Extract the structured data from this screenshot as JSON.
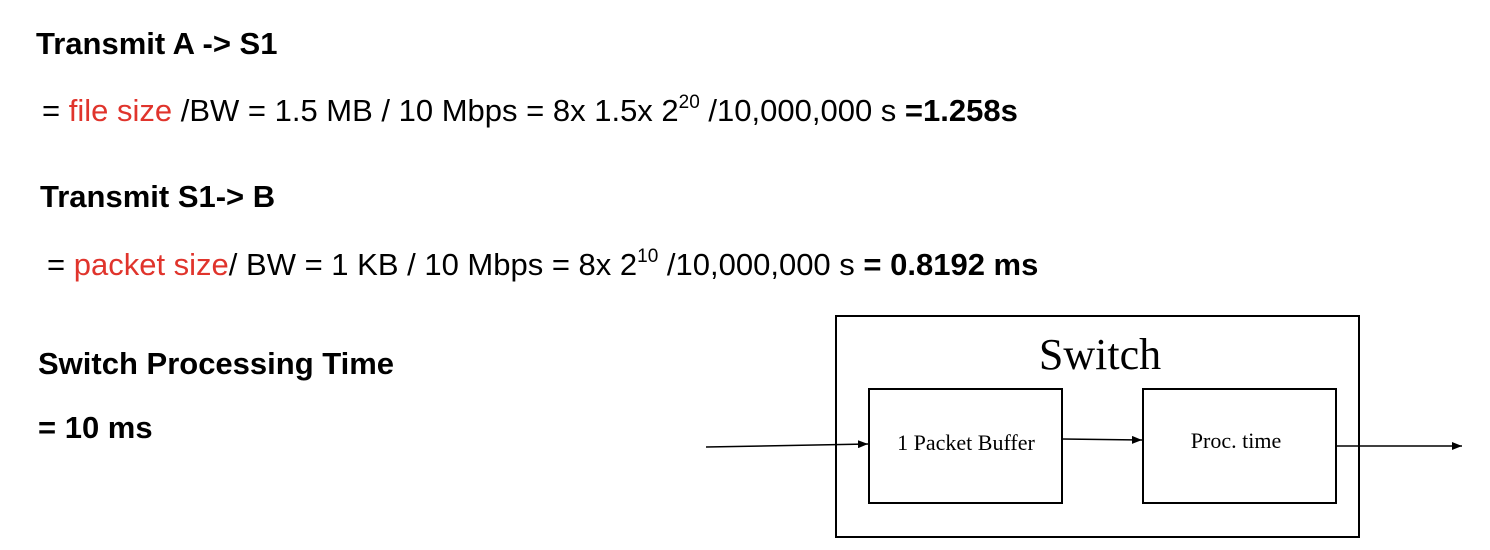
{
  "transmit_a": {
    "title": "Transmit A -> S1",
    "prefix": "= ",
    "highlight": "file size",
    "middle": " /BW = 1.5 MB / 10 Mbps = 8x 1.5x 2",
    "exponent": "20",
    "tail": " /10,000,000 s ",
    "result": "=1.258s"
  },
  "transmit_s1": {
    "title": "Transmit S1-> B",
    "prefix": "= ",
    "highlight": "packet size",
    "middle": "/ BW = 1 KB / 10 Mbps = 8x 2",
    "exponent": "10",
    "tail": " /10,000,000 s ",
    "result": "= 0.8192 ms"
  },
  "switch_time": {
    "title": "Switch Processing Time",
    "value": "= 10 ms"
  },
  "diagram": {
    "switch_label": "Switch",
    "buffer_label": "1 Packet Buffer",
    "proc_label": "Proc. time"
  },
  "colors": {
    "highlight": "#e0342c",
    "text": "#000000"
  }
}
